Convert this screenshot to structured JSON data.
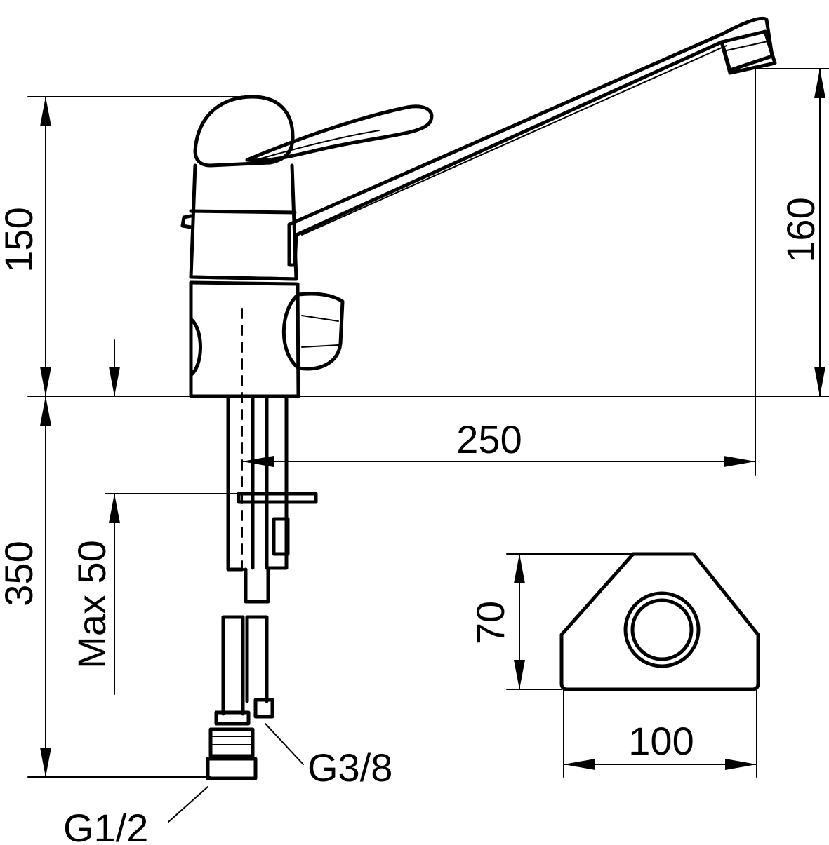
{
  "dimensions": {
    "height_above_deck": "150",
    "spout_height": "160",
    "spout_reach": "250",
    "length_below_deck": "350",
    "max_deck_thickness": "Max 50",
    "base_depth": "70",
    "base_width": "100"
  },
  "connections": {
    "large_thread": "G1/2",
    "small_thread": "G3/8"
  },
  "colors": {
    "line": "#000000",
    "background": "#ffffff"
  }
}
